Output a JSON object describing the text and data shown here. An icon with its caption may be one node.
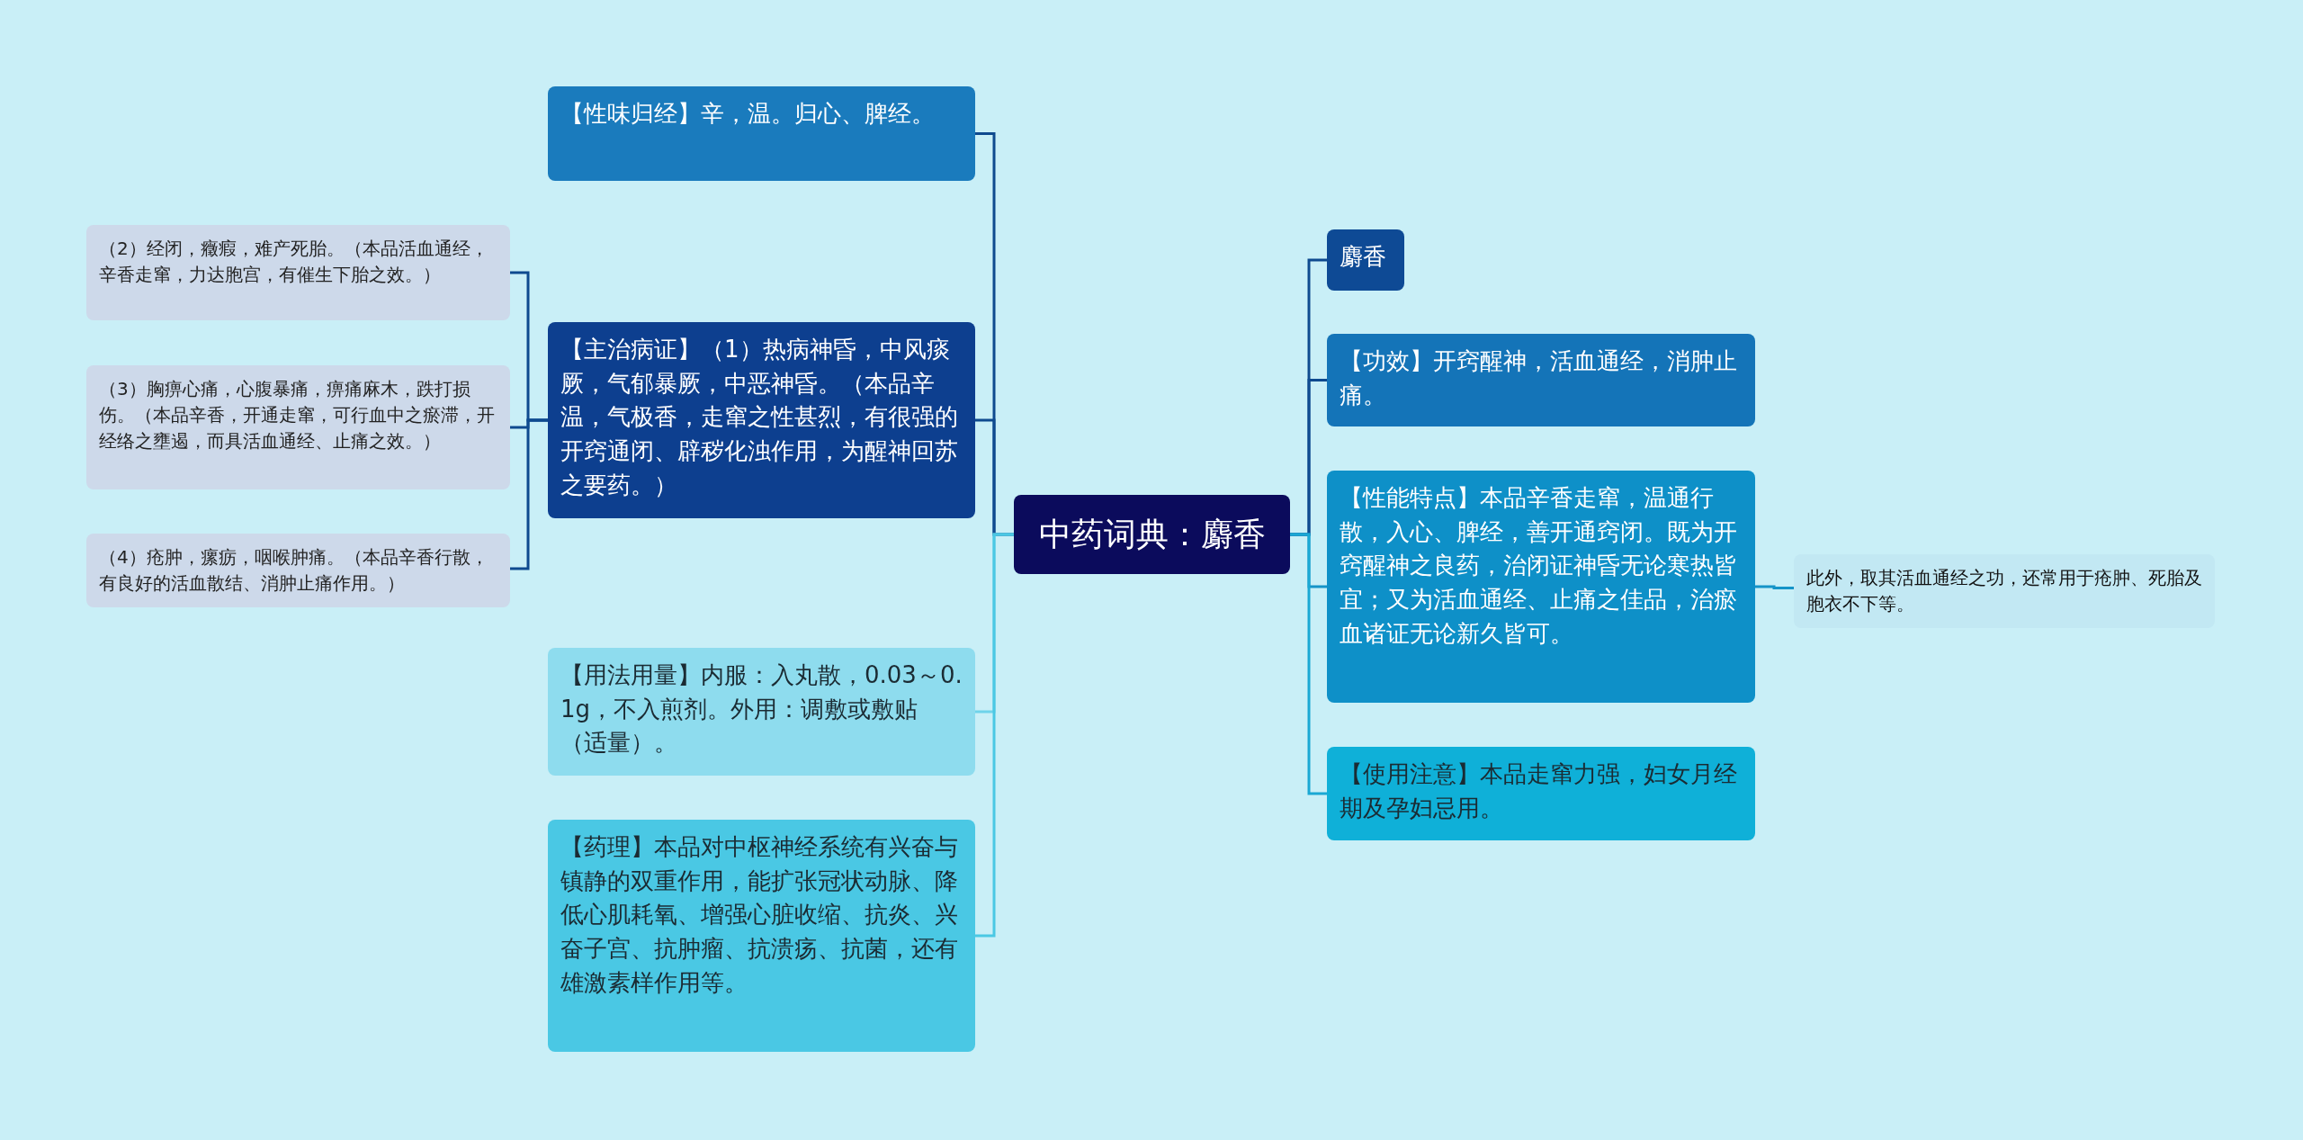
{
  "diagram": {
    "nodes": [
      {
        "text": [
          "中药词典：麝香"
        ]
      },
      {
        "text": [
          "【性味归经】辛，温。归心、脾经。"
        ]
      },
      {
        "text": [
          "【主治病证】（1）热病神昏，中风痰厥，气郁暴厥，中恶神昏。（本品辛温，气极香，走窜之性甚烈，有很强的开窍通闭、辟秽化浊作用，为醒神回苏之要药。）"
        ]
      },
      {
        "text": [
          "（2）经闭，癥瘕，难产死胎。（本品活血通经，辛香走窜，力达胞宫，有催生下胎之效。）"
        ]
      },
      {
        "text": [
          "（3）胸痹心痛，心腹暴痛，痹痛麻木，跌打损伤。（本品辛香，开通走窜，可行血中之瘀滞，开经络之壅遏，而具活血通经、止痛之效。）"
        ]
      },
      {
        "text": [
          "（4）疮肿，瘰疬，咽喉肿痛。（本品辛香行散，有良好的活血散结、消肿止痛作用。）"
        ]
      },
      {
        "text": [
          "【用法用量】内服：入丸散，0.03～0.1g，不入煎剂。外用：调敷或敷贴（适量）。"
        ]
      },
      {
        "text": [
          "【药理】本品对中枢神经系统有兴奋与镇静的双重作用，能扩张冠状动脉、降低心肌耗氧、增强心脏收缩、抗炎、兴奋子宫、抗肿瘤、抗溃疡、抗菌，还有雄激素样作用等。"
        ]
      },
      {
        "text": [
          "麝香"
        ]
      },
      {
        "text": [
          "【功效】开窍醒神，活血通经，消肿止痛。"
        ]
      },
      {
        "text": [
          "【性能特点】本品辛香走窜，温通行散，入心、脾经，善开通窍闭。既为开窍醒神之良药，治闭证神昏无论寒热皆宜；又为活血通经、止痛之佳品，治瘀血诸证无论新久皆可。"
        ]
      },
      {
        "text": [
          "此外，取其活血通经之功，还常用于疮肿、死胎及胞衣不下等。"
        ]
      },
      {
        "text": [
          "【使用注意】本品走窜力强，妇女月经期及孕妇忌用。"
        ]
      }
    ],
    "edges": [
      {
        "from": 0,
        "to": 1,
        "arrow": "none"
      },
      {
        "from": 0,
        "to": 2,
        "arrow": "none"
      },
      {
        "from": 2,
        "to": 3,
        "arrow": "none"
      },
      {
        "from": 2,
        "to": 4,
        "arrow": "none"
      },
      {
        "from": 2,
        "to": 5,
        "arrow": "none"
      },
      {
        "from": 0,
        "to": 6,
        "arrow": "none",
        "color": "#6fd3ea"
      },
      {
        "from": 0,
        "to": 7,
        "arrow": "none",
        "color": "#4ac8e4"
      },
      {
        "from": 0,
        "to": 8,
        "arrow": "none"
      },
      {
        "from": 0,
        "to": 9,
        "arrow": "none"
      },
      {
        "from": 0,
        "to": 10,
        "arrow": "none",
        "color": "#1594c8"
      },
      {
        "from": 10,
        "to": 11,
        "arrow": "none",
        "color": "#1594c8"
      },
      {
        "from": 0,
        "to": 12,
        "arrow": "none",
        "color": "#1aa8d4"
      }
    ]
  }
}
